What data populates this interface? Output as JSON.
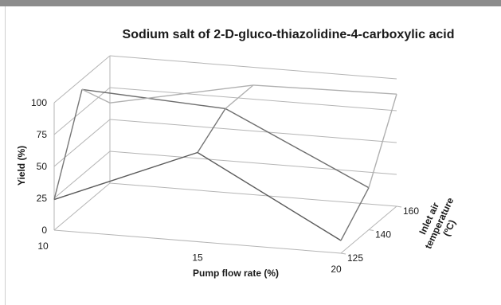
{
  "chart_data": {
    "type": "surface",
    "title": "Sodium salt of 2-D-gluco-thiazolidine-4-carboxylic acid",
    "xlabel": "Pump flow rate (%)",
    "ylabel": "Yield (%)",
    "zlabel_lines": [
      "Inlet air",
      "temperature",
      "(ºC)"
    ],
    "x": [
      10,
      15,
      20
    ],
    "z": [
      125,
      140,
      160
    ],
    "ylim": [
      0,
      100
    ],
    "y_ticks": [
      0,
      25,
      50,
      75,
      100
    ],
    "x_tick_labels": [
      "10",
      "15",
      "20"
    ],
    "z_tick_labels": [
      "125",
      "140",
      "160"
    ],
    "y_tick_labels": [
      "0",
      "25",
      "50",
      "75",
      "100"
    ],
    "grid": true,
    "series": [
      {
        "temperature": 125,
        "values": [
          24,
          70,
          10
        ]
      },
      {
        "temperature": 140,
        "values": [
          92,
          86,
          33
        ]
      },
      {
        "temperature": 160,
        "values": [
          63,
          86,
          88
        ]
      }
    ],
    "colors": {
      "grid": "#b5b5b5",
      "surface_front": "#5a5a5a",
      "surface_back": "#b0b0b0",
      "rule": "#8c8c8c"
    }
  }
}
